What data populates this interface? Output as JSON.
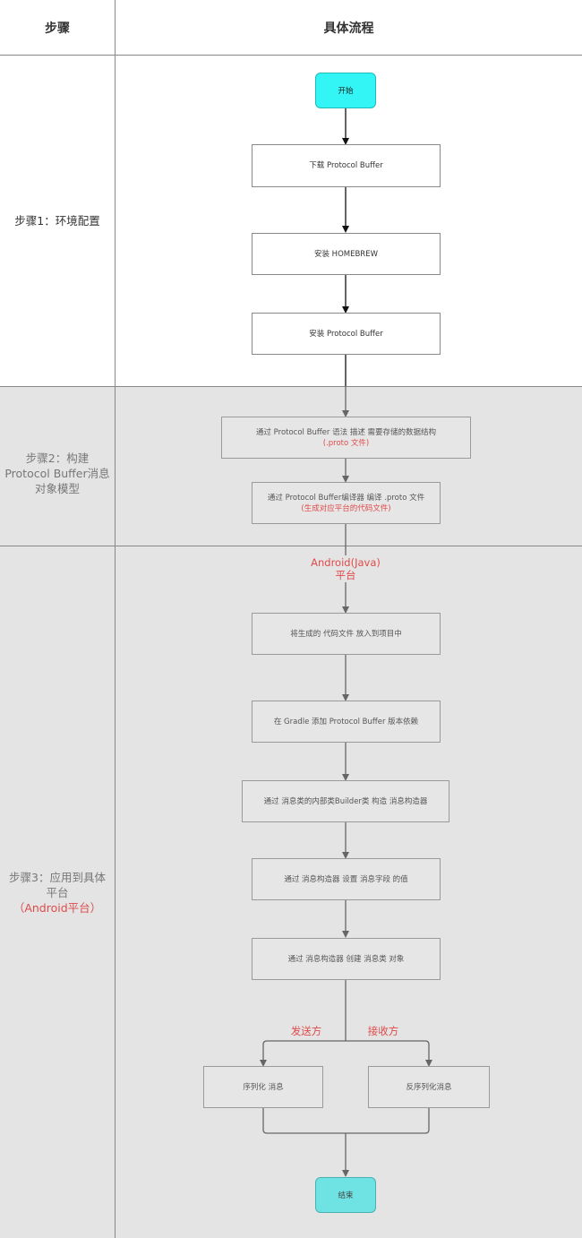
{
  "header": {
    "col_step": "步骤",
    "col_flow": "具体流程"
  },
  "steps": {
    "step1": {
      "label": "步骤1：环境配置"
    },
    "step2": {
      "label": "步骤2：构建Protocol Buffer消息对象模型"
    },
    "step3": {
      "label": "步骤3：应用到具体平台",
      "note": "（Android平台）"
    }
  },
  "nodes": {
    "start": "开始",
    "download": "下载 Protocol Buffer",
    "install_brew": "安装 HOMEBREW",
    "install_pb": "安装 Protocol Buffer",
    "describe": {
      "line1": "通过 Protocol Buffer 语法 描述 需要存储的数据结构",
      "sub": "(.proto 文件)"
    },
    "compile": {
      "line1": "通过 Protocol Buffer编译器 编译 .proto 文件",
      "sub": "(生成对应平台的代码文件)"
    },
    "platform": "Android(Java)\n平台",
    "put_files": "将生成的 代码文件 放入到项目中",
    "gradle": "在 Gradle 添加 Protocol Buffer 版本依赖",
    "builder": "通过 消息类的内部类Builder类 构造 消息构造器",
    "set_fields": "通过 消息构造器 设置 消息字段 的值",
    "create_obj": "通过 消息构造器 创建 消息类 对象",
    "sender": "发送方",
    "receiver": "接收方",
    "serialize": "序列化 消息",
    "deserialize": "反序列化消息",
    "end": "结束"
  },
  "colors": {
    "start_fill": "#33f5f5",
    "end_fill": "#6fe3e3",
    "highlight_text": "#e04b4b",
    "band_gray": "#e4e4e4",
    "step_label_dark": "#333333",
    "step_label_gray": "#777777"
  }
}
